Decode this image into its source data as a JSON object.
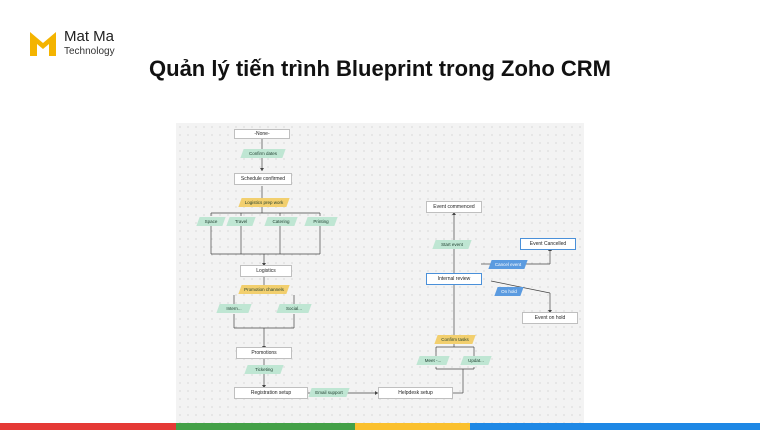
{
  "brand": {
    "name": "Mat Ma",
    "sub": "Technology",
    "colors": [
      "#f4b400",
      "#e8a200"
    ]
  },
  "title": "Quản lý tiến trình Blueprint trong Zoho CRM",
  "diagram": {
    "states": {
      "none": "-None-",
      "schedule_confirmed": "Schedule confirmed",
      "logistics": "Logistics",
      "promotions": "Promotions",
      "registration_setup": "Registration setup",
      "helpdesk_setup": "Helpdesk setup",
      "internal_review": "Internal review",
      "event_commenced": "Event commenced",
      "event_cancelled": "Event Cancelled",
      "event_on_hold": "Event on hold"
    },
    "transitions": {
      "confirm_dates": "Confirm dates",
      "logistics_prep_work": "Logistics prep work",
      "space": "Space",
      "travel": "Travel",
      "catering": "Catering",
      "printing": "Printing",
      "promotion_channels": "Promotion channels",
      "intern": "Intern...",
      "social": "Social...",
      "ticketing": "Ticketing",
      "email_support": "Email support",
      "confirm_tasks": "Confirm tasks",
      "meet": "Meet -...",
      "updat": "Updat...",
      "start_event": "Start event",
      "cancel_event": "Cancel event",
      "on_hold": "On hold"
    }
  },
  "bottom_bar_colors": [
    "#e53935",
    "#43a047",
    "#fbc02d",
    "#1e88e5"
  ]
}
